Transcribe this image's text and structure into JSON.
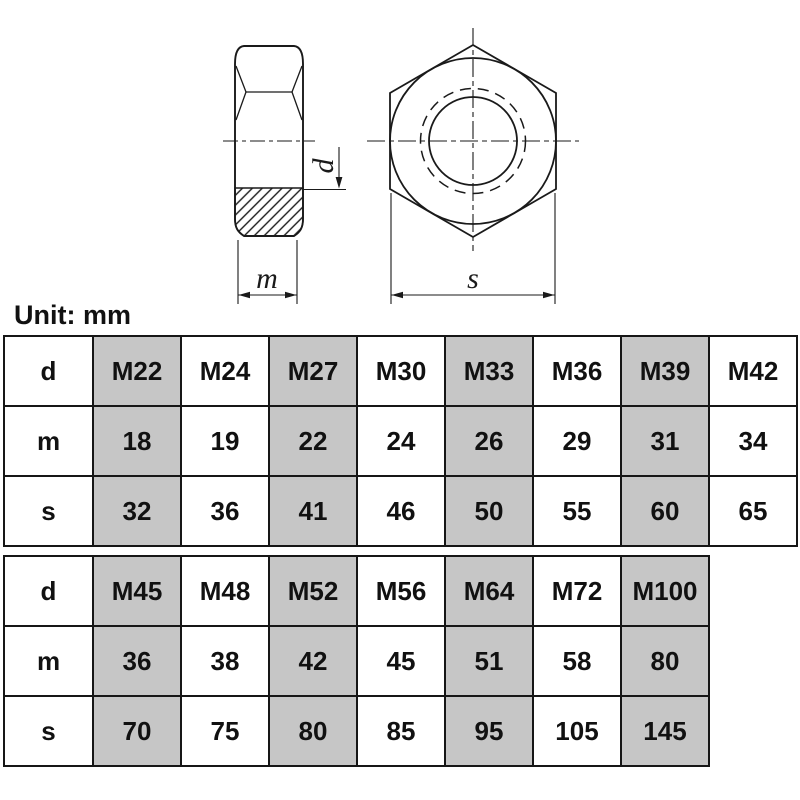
{
  "unit_label": "Unit: mm",
  "drawing": {
    "labels": {
      "m": "m",
      "s": "s",
      "d": "d"
    }
  },
  "tables": [
    {
      "rows": [
        {
          "header": "d",
          "values": [
            "M22",
            "M24",
            "M27",
            "M30",
            "M33",
            "M36",
            "M39",
            "M42"
          ]
        },
        {
          "header": "m",
          "values": [
            "18",
            "19",
            "22",
            "24",
            "26",
            "29",
            "31",
            "34"
          ]
        },
        {
          "header": "s",
          "values": [
            "32",
            "36",
            "41",
            "46",
            "50",
            "55",
            "60",
            "65"
          ]
        }
      ]
    },
    {
      "rows": [
        {
          "header": "d",
          "values": [
            "M45",
            "M48",
            "M52",
            "M56",
            "M64",
            "M72",
            "M100"
          ]
        },
        {
          "header": "m",
          "values": [
            "36",
            "38",
            "42",
            "45",
            "51",
            "58",
            "80"
          ]
        },
        {
          "header": "s",
          "values": [
            "70",
            "75",
            "80",
            "85",
            "95",
            "105",
            "145"
          ]
        }
      ]
    }
  ],
  "colors": {
    "shaded_cell": "#c6c6c6",
    "line": "#1a1a1a"
  }
}
